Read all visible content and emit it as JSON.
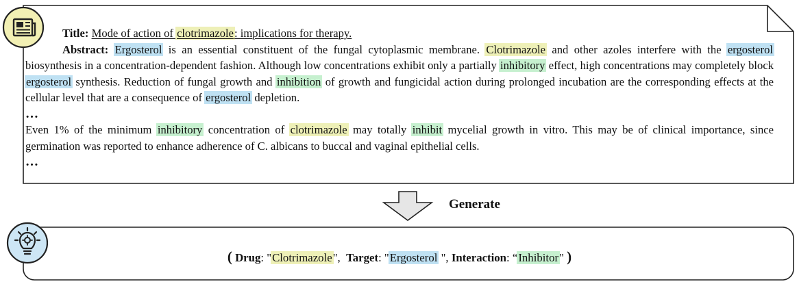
{
  "document": {
    "title_label": "Title:",
    "title_prefix": "Mode of action of ",
    "title_drug": "clotrimazole",
    "title_suffix": ": implications for therapy.",
    "abstract_label": "Abstract:",
    "p1": {
      "t1": "Ergosterol",
      "t2": " is an essential constituent of the fungal cytoplasmic membrane. ",
      "t3": "Clotrimazole",
      "t4": " and other azoles interfere with the ",
      "t5": "ergosterol",
      "t6": " biosynthesis in a concentration-dependent fashion. Although low concentrations exhibit only a partially ",
      "t7": "inhibitory",
      "t8": " effect, high concentrations may completely block ",
      "t9": "ergosterol",
      "t10": " synthesis. Reduction of fungal growth and ",
      "t11": "inhibition",
      "t12": " of growth and fungicidal action during prolonged incubation are the corresponding effects at the cellular level that are a consequence of ",
      "t13": "ergosterol",
      "t14": " depletion."
    },
    "ellipsis_1": "…",
    "p2": {
      "t1": "Even 1% of the minimum ",
      "t2": "inhibitory",
      "t3": " concentration of ",
      "t4": "clotrimazole",
      "t5": " may totally ",
      "t6": "inhibit",
      "t7": " mycelial growth in vitro. This may be of clinical importance, since germination was reported to enhance adherence of C. albicans to buccal and vaginal epithelial cells."
    },
    "ellipsis_2": "…"
  },
  "generate_label": "Generate",
  "result": {
    "open_paren": "(",
    "drug_key": "Drug",
    "sep1": ": \"",
    "drug_value": "Clotrimazole",
    "sep2": "\",",
    "target_key": "Target",
    "sep3": ": \"",
    "target_value": "Ergosterol",
    "sep4": " \",",
    "interaction_key": "Interaction",
    "sep5": ": “",
    "interaction_value": "Inhibitor",
    "sep6": "\"",
    "close_paren": ")"
  },
  "colors": {
    "drug_highlight": "#eef0b7",
    "target_highlight": "#bfe1f3",
    "interaction_highlight": "#c6f0cf",
    "doc_icon_fill": "#f2f0b4",
    "bulb_icon_fill": "#cde6f5",
    "arrow_fill": "#e6e6e6"
  },
  "icons": {
    "document": "newspaper-icon",
    "result": "lightbulb-icon",
    "arrow": "down-arrow-icon"
  }
}
